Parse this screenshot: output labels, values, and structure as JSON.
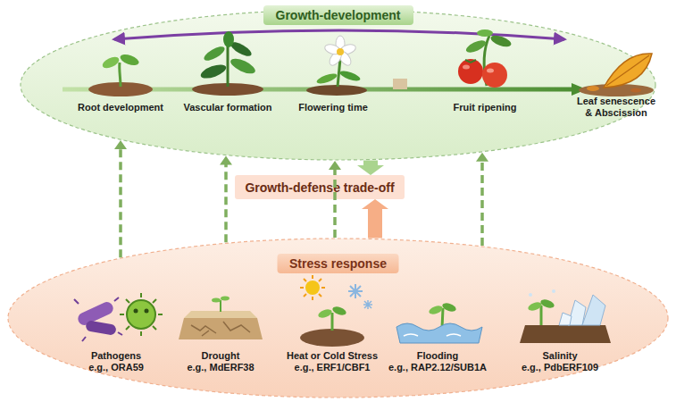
{
  "diagram": {
    "nodes": [
      {
        "text": [
          "Growth-development"
        ]
      },
      {
        "text": [
          "Growth-defense trade-off"
        ]
      },
      {
        "text": [
          "Stress response"
        ]
      }
    ],
    "edges": [
      {
        "from": 0,
        "to": 1,
        "arrow": "to"
      },
      {
        "from": 2,
        "to": 1,
        "arrow": "to"
      },
      {
        "from": 2,
        "to": 0,
        "arrow": "to"
      },
      {
        "from": 2,
        "to": 0,
        "arrow": "to"
      },
      {
        "from": 2,
        "to": 0,
        "arrow": "to"
      },
      {
        "from": 2,
        "to": 0,
        "arrow": "to"
      }
    ],
    "labels": [
      "Root development",
      "Vascular formation",
      "Flowering time",
      "Fruit ripening",
      "Leaf senescence & Abscission",
      "Pathogens",
      "e.g., ORA59",
      "Drought",
      "e.g., MdERF38",
      "Heat or Cold Stress",
      "e.g., ERF1/CBF1",
      "Flooding",
      "e.g., RAP2.12/SUB1A",
      "Salinity",
      "e.g., PdbERF109"
    ]
  }
}
